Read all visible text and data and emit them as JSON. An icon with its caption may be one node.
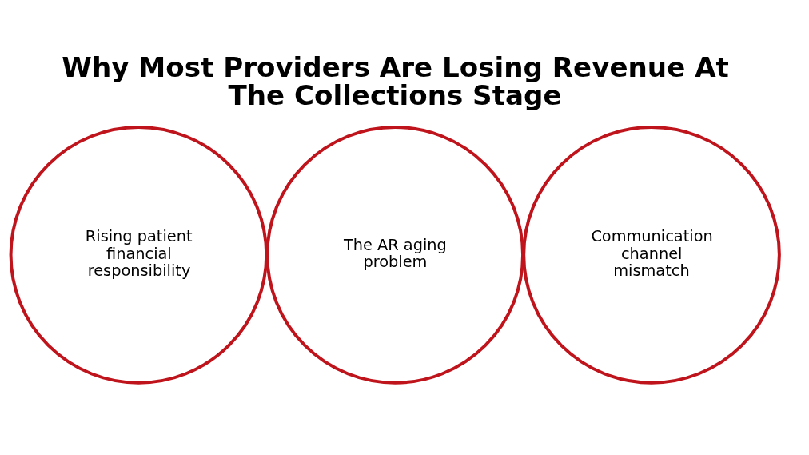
{
  "diagram": {
    "title": "Why Most Providers Are Losing Revenue At The Collections Stage",
    "nodes": [
      {
        "text": [
          "Rising patient financial responsibility"
        ]
      },
      {
        "text": [
          "The AR aging problem"
        ]
      },
      {
        "text": [
          "Communication channel mismatch"
        ]
      }
    ],
    "edges": []
  }
}
